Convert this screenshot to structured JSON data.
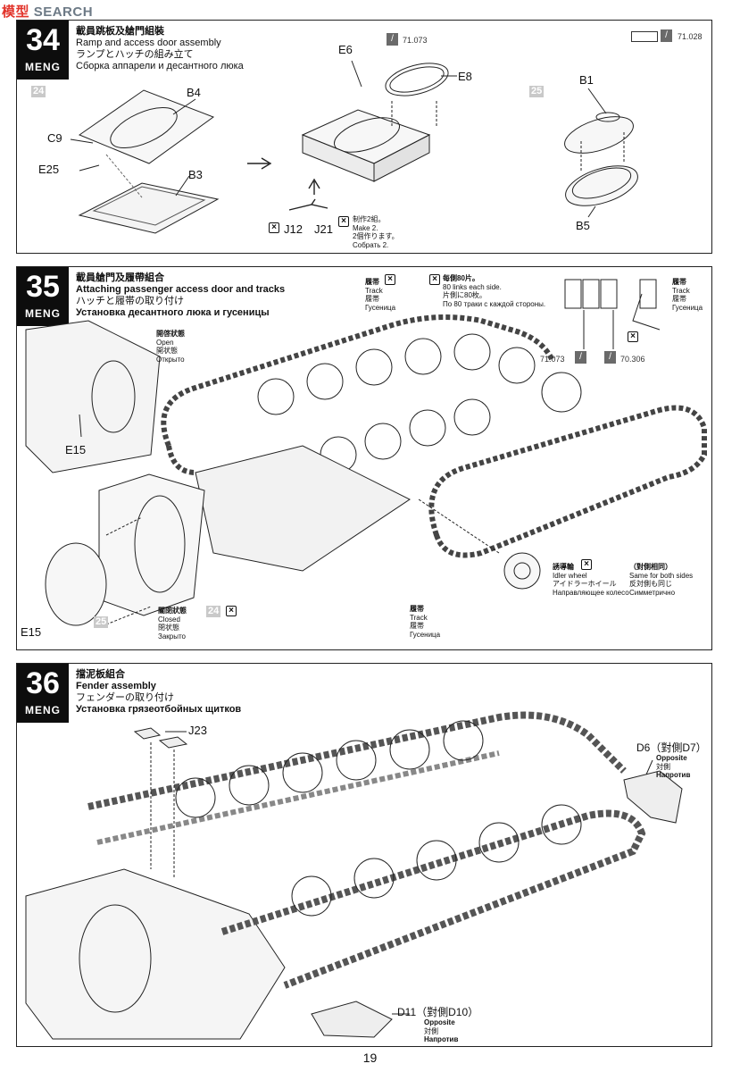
{
  "watermark": {
    "left": "模",
    "mid": "型",
    "suffix": "SEARCH"
  },
  "steps": [
    {
      "number": "34",
      "brand": "MENG",
      "title_zh": "載員跳板及艙門組裝",
      "title_en": "Ramp and access door assembly",
      "title_ja": "ランプとハッチの組み立て",
      "title_ru": "Сборка аппарели и десантного люка",
      "paint_ref_1": "71.073",
      "paint_ref_2": "71.028",
      "prev_step": "24",
      "next_step": "25",
      "labels": {
        "B4": "B4",
        "C9": "C9",
        "E25": "E25",
        "B3": "B3",
        "E6": "E6",
        "E8": "E8",
        "J12": "J12",
        "J21": "J21",
        "B1": "B1",
        "B5": "B5"
      },
      "note": [
        "制作2組。",
        "Make 2.",
        "2個作ります。",
        "Собрать 2."
      ]
    },
    {
      "number": "35",
      "brand": "MENG",
      "title_zh": "載員艙門及履帶組合",
      "title_en": "Attaching passenger access door and tracks",
      "title_ja": "ハッチと履帯の取り付け",
      "title_ru": "Установка десантного люка и гусеницы",
      "track_top": [
        "履帯",
        "Track",
        "履帯",
        "Гусеница"
      ],
      "links_note": [
        "每側80片。",
        "80 links each side.",
        "片側に80枚。",
        "По 80 траки с каждой стороны."
      ],
      "track_right": [
        "履帯",
        "Track",
        "履帯",
        "Гусеница"
      ],
      "paint_ref_1": "71.073",
      "paint_ref_2": "70.306",
      "open": [
        "開啓狀態",
        "Open",
        "開状態",
        "Открыто"
      ],
      "e15_top": "E15",
      "e15_bottom": "E15",
      "closed": [
        "關閉狀態",
        "Closed",
        "閉状態",
        "Закрыто"
      ],
      "step_ref_24": "24",
      "step_ref_25": "25",
      "idler": [
        "誘導輪",
        "Idler wheel",
        "アイドラーホイール",
        "Направляющее колесо"
      ],
      "symmetric": [
        "（對側相同）",
        "Same for both sides",
        "反対側も同じ",
        "Симметрично"
      ],
      "track_bottom": [
        "履帯",
        "Track",
        "履帯",
        "Гусеница"
      ]
    },
    {
      "number": "36",
      "brand": "MENG",
      "title_zh": "擋泥板組合",
      "title_en": "Fender assembly",
      "title_ja": "フェンダーの取り付け",
      "title_ru": "Установка грязеотбойных щитков",
      "j23": "J23",
      "d6": [
        "D6（對側D7）",
        "Opposite",
        "対側",
        "Напротив"
      ],
      "d11": [
        "D11（對側D10）",
        "Opposite",
        "対側",
        "Напротив"
      ]
    }
  ],
  "page_number": "19"
}
